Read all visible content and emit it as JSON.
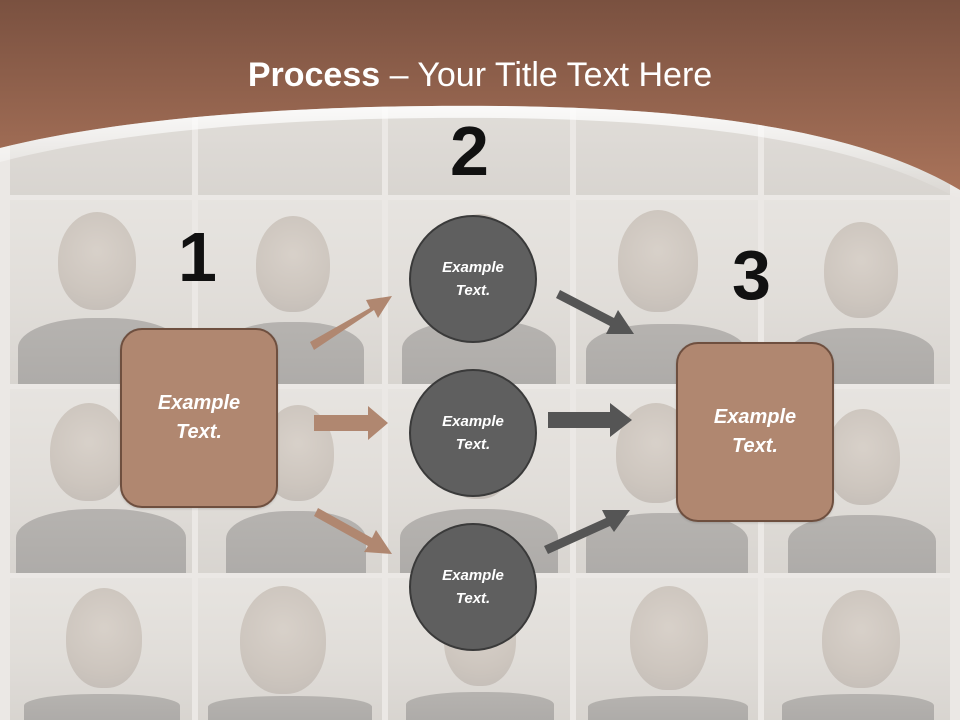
{
  "slide": {
    "title_bold": "Process",
    "title_rest": " – Your Title Text Here",
    "colors": {
      "header_brown": "#9b6d57",
      "box_fill": "#b08770",
      "box_border": "#6e4f3f",
      "circle_fill": "#5f5f5f",
      "brown_arrow": "#b08770",
      "gray_arrow": "#555555"
    }
  },
  "steps": {
    "one": {
      "number": "1",
      "text": "Example Text."
    },
    "two": {
      "number": "2",
      "circles": [
        {
          "text": "Example Text."
        },
        {
          "text": "Example Text."
        },
        {
          "text": "Example Text."
        }
      ]
    },
    "three": {
      "number": "3",
      "text": "Example Text."
    }
  }
}
